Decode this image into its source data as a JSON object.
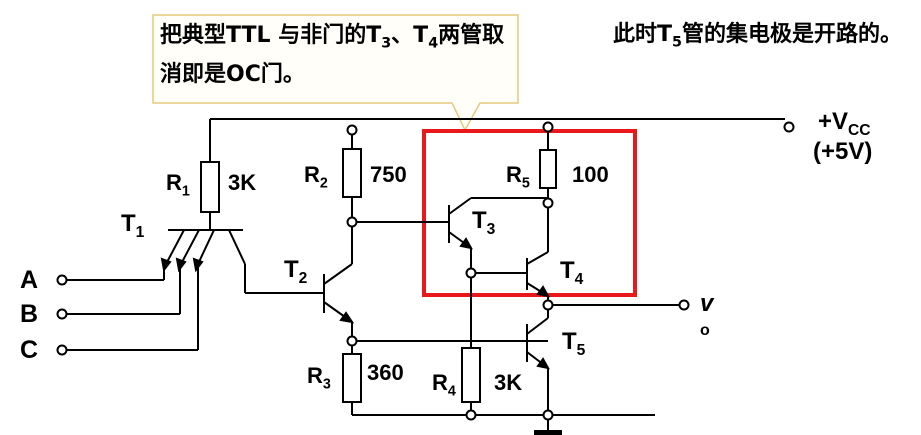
{
  "callout": {
    "prefix": "把典型TTL 与非门的T",
    "s1": "3",
    "mid": "、T",
    "s2": "4",
    "suffix": "两管取消即是OC门。"
  },
  "note": {
    "prefix": "此时T",
    "sub": "5",
    "suffix": "管的集电极是开路的。"
  },
  "supply": {
    "main": "+V",
    "sub": "CC",
    "value": "(+5V)"
  },
  "output": {
    "main": "v",
    "sub": "o"
  },
  "inputs": [
    "A",
    "B",
    "C"
  ],
  "transistors": {
    "t1": {
      "main": "T",
      "sub": "1"
    },
    "t2": {
      "main": "T",
      "sub": "2"
    },
    "t3": {
      "main": "T",
      "sub": "3"
    },
    "t4": {
      "main": "T",
      "sub": "4"
    },
    "t5": {
      "main": "T",
      "sub": "5"
    }
  },
  "resistors": {
    "r1": {
      "main": "R",
      "sub": "1",
      "value": "3K"
    },
    "r2": {
      "main": "R",
      "sub": "2",
      "value": "750"
    },
    "r3": {
      "main": "R",
      "sub": "3",
      "value": "360"
    },
    "r4": {
      "main": "R",
      "sub": "4",
      "value": "3K"
    },
    "r5": {
      "main": "R",
      "sub": "5",
      "value": "100"
    }
  },
  "colors": {
    "highlight": "#e8181b",
    "callout_border": "#e6c87a",
    "wire": "#000000"
  }
}
